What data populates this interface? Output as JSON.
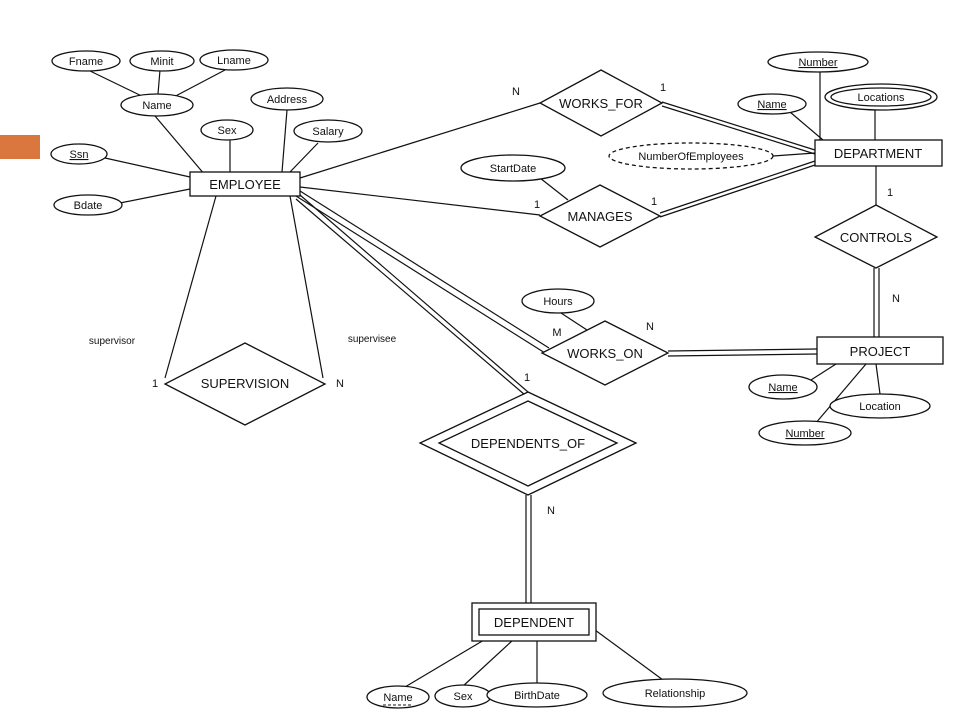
{
  "theme": {
    "accent": "#D9773F",
    "ink": "#111111",
    "background": "#FFFFFF"
  },
  "entities": {
    "employee": "EMPLOYEE",
    "department": "DEPARTMENT",
    "project": "PROJECT",
    "dependent": "DEPENDENT"
  },
  "relationships": {
    "works_for": "WORKS_FOR",
    "manages": "MANAGES",
    "works_on": "WORKS_ON",
    "controls": "CONTROLS",
    "supervision": "SUPERVISION",
    "dependents_of": "DEPENDENTS_OF"
  },
  "attributes": {
    "employee": {
      "fname": "Fname",
      "minit": "Minit",
      "lname": "Lname",
      "name": "Name",
      "address": "Address",
      "sex": "Sex",
      "salary": "Salary",
      "ssn": "Ssn",
      "bdate": "Bdate"
    },
    "department": {
      "number": "Number",
      "name": "Name",
      "locations": "Locations",
      "number_of_employees": "NumberOfEmployees"
    },
    "manages": {
      "start_date": "StartDate"
    },
    "works_on": {
      "hours": "Hours"
    },
    "project": {
      "name": "Name",
      "number": "Number",
      "location": "Location"
    },
    "dependent": {
      "name": "Name",
      "sex": "Sex",
      "birth_date": "BirthDate",
      "relationship": "Relationship"
    }
  },
  "cardinalities": {
    "works_for_employee": "N",
    "works_for_department": "1",
    "manages_employee": "1",
    "manages_department": "1",
    "works_on_employee": "M",
    "works_on_project": "N",
    "controls_department": "1",
    "controls_project": "N",
    "supervision_supervisor": "1",
    "supervision_supervisee": "N",
    "dependents_of_employee": "1",
    "dependents_of_dependent": "N"
  },
  "roles": {
    "supervisor": "supervisor",
    "supervisee": "supervisee"
  }
}
